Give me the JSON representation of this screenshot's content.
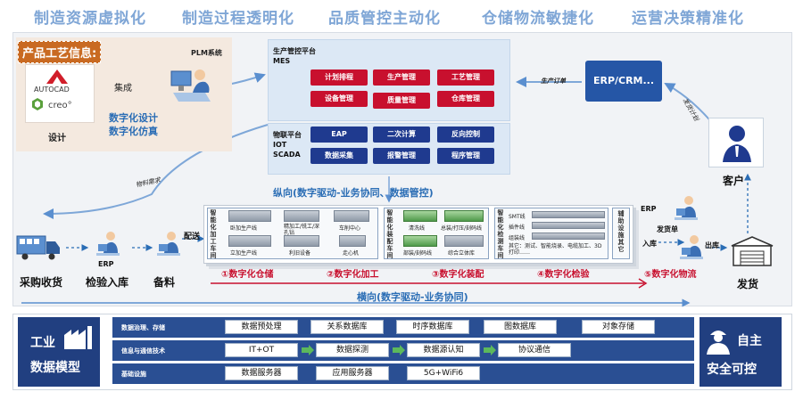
{
  "slogans": [
    "制造资源虚拟化",
    "制造过程透明化",
    "品质管控主动化",
    "仓储物流敏捷化",
    "运营决策精准化"
  ],
  "product": {
    "title": "产品工艺信息:",
    "autocad": "AUTOCAD",
    "creo": "creo°",
    "design": "设计",
    "integrate": "集成",
    "plm": "PLM系统",
    "digi_design": "数字化设计",
    "digi_sim": "数字化仿真"
  },
  "mes": {
    "label1": "生产管控平台",
    "label2": "MES",
    "buttons": [
      "计划排程",
      "生产管理",
      "工艺管理",
      "设备管理",
      "质量管理",
      "仓库管理"
    ]
  },
  "iot": {
    "label1": "物联平台",
    "label2": "IOT",
    "label3": "SCADA",
    "buttons": [
      "EAP",
      "二次计算",
      "反向控制",
      "数据采集",
      "报警管理",
      "程序管理"
    ]
  },
  "vertical_label": "纵向(数字驱动-业务协同、数据管控)",
  "horizontal_label": "横向(数字驱动-业务协同)",
  "erp_crm": "ERP/CRM...",
  "order_label": "生产订单",
  "delivery_plan": "发货计划",
  "customer": "客户",
  "material_req": "物料需求",
  "flow": {
    "purchase": "采购收货",
    "erp": "ERP",
    "inspect": "检验入库",
    "prepare": "备料",
    "distribute": "配送",
    "erp2": "ERP",
    "ship_note": "发货单",
    "in_store": "入库",
    "out_store": "出库",
    "ship": "发货"
  },
  "lines": {
    "g1_title": "智能化加工车间",
    "g1_items": [
      "卧加生产线",
      "精加工/铣工/深孔钻",
      "车削中心",
      "立加生产线",
      "利旧设备",
      "走心机"
    ],
    "g2_title": "智能化装配车间",
    "g2_items": [
      "清洗线",
      "总装/打压/刻码线",
      "部装/刻码线",
      "综合立体库"
    ],
    "g3_title": "智能化检测车间",
    "g3_items": [
      "SMT线",
      "插件线",
      "组装线",
      "其它：测试、智能烧录、电缆加工、3D打印……"
    ],
    "g4_title": "辅助设施其它"
  },
  "steps": [
    "①数字化仓储",
    "②数字化加工",
    "③数字化装配",
    "④数字化检验",
    "⑤数字化物流"
  ],
  "bottom": {
    "left_t1": "工业",
    "left_t2": "数据模型",
    "right_t1": "自主",
    "right_t2": "安全可控",
    "rows": [
      {
        "title": "数据治理、存储",
        "cells": [
          "数据预处理",
          "关系数据库",
          "时序数据库",
          "图数据库",
          "对象存储"
        ]
      },
      {
        "title": "信息与通信技术",
        "cells": [
          "IT+OT",
          "数据探测",
          "数据源认知",
          "协议通信"
        ]
      },
      {
        "title": "基础设施",
        "cells": [
          "数据服务器",
          "应用服务器",
          "5G+WiFi6"
        ]
      }
    ]
  },
  "colors": {
    "red": "#c8102e",
    "navy": "#1f3a8f",
    "accent_blue": "#2a6db5",
    "orange": "#c96a22"
  }
}
